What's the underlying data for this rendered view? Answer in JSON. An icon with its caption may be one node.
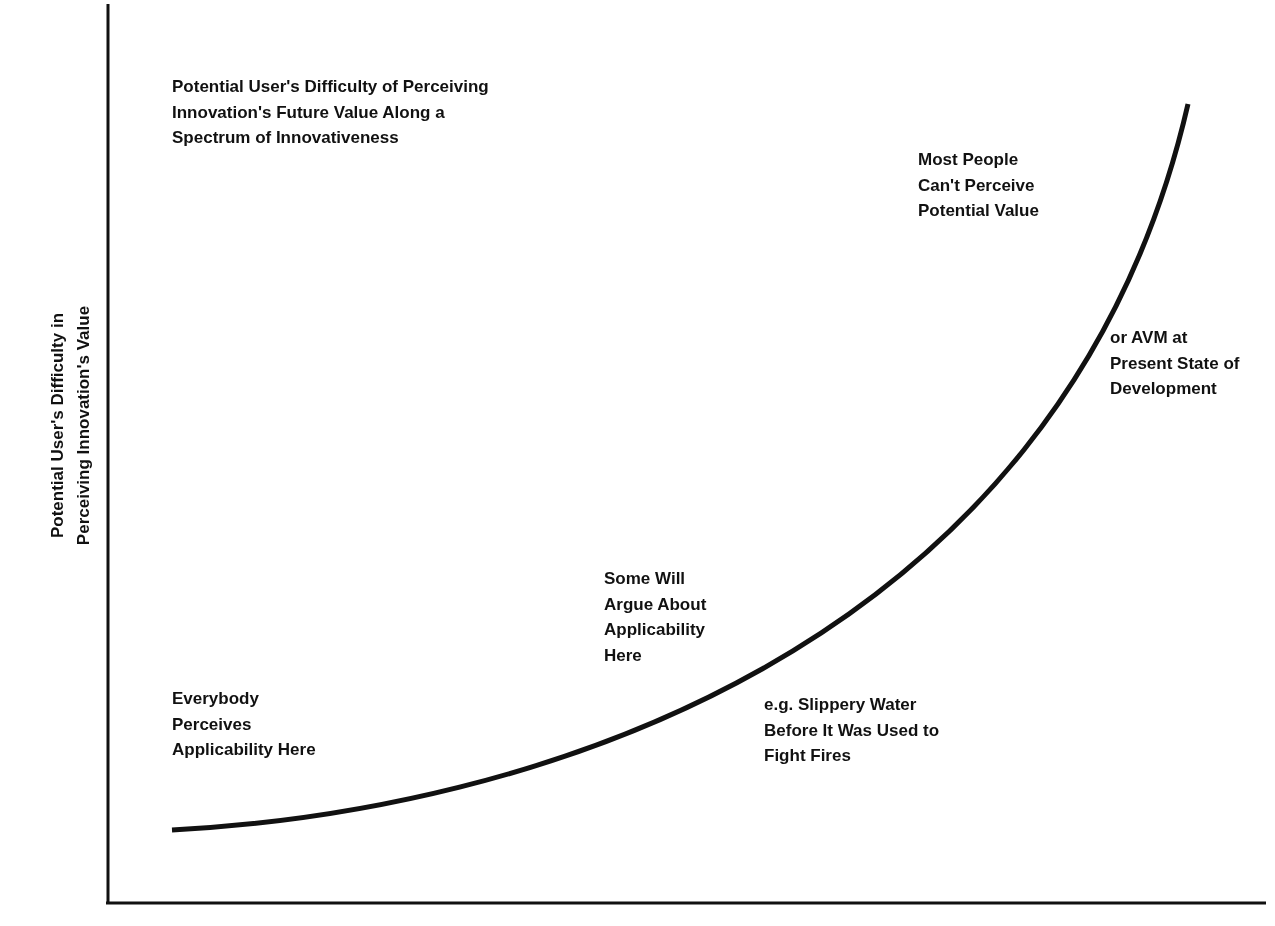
{
  "diagram": {
    "title": "Potential User's Difficulty of Perceiving Innovation's Future Value Along a Spectrum of Innovativeness",
    "labels": [
      "Potential User's Difficulty in Perceiving Innovation's Value",
      "Most People Can't Perceive Potential Value",
      "or AVM at Present State of Development",
      "Some Will Argue About Applicability Here",
      "e.g. Slippery Water Before It Was Used to Fight Fires",
      "Everybody Perceives Applicability Here"
    ]
  }
}
